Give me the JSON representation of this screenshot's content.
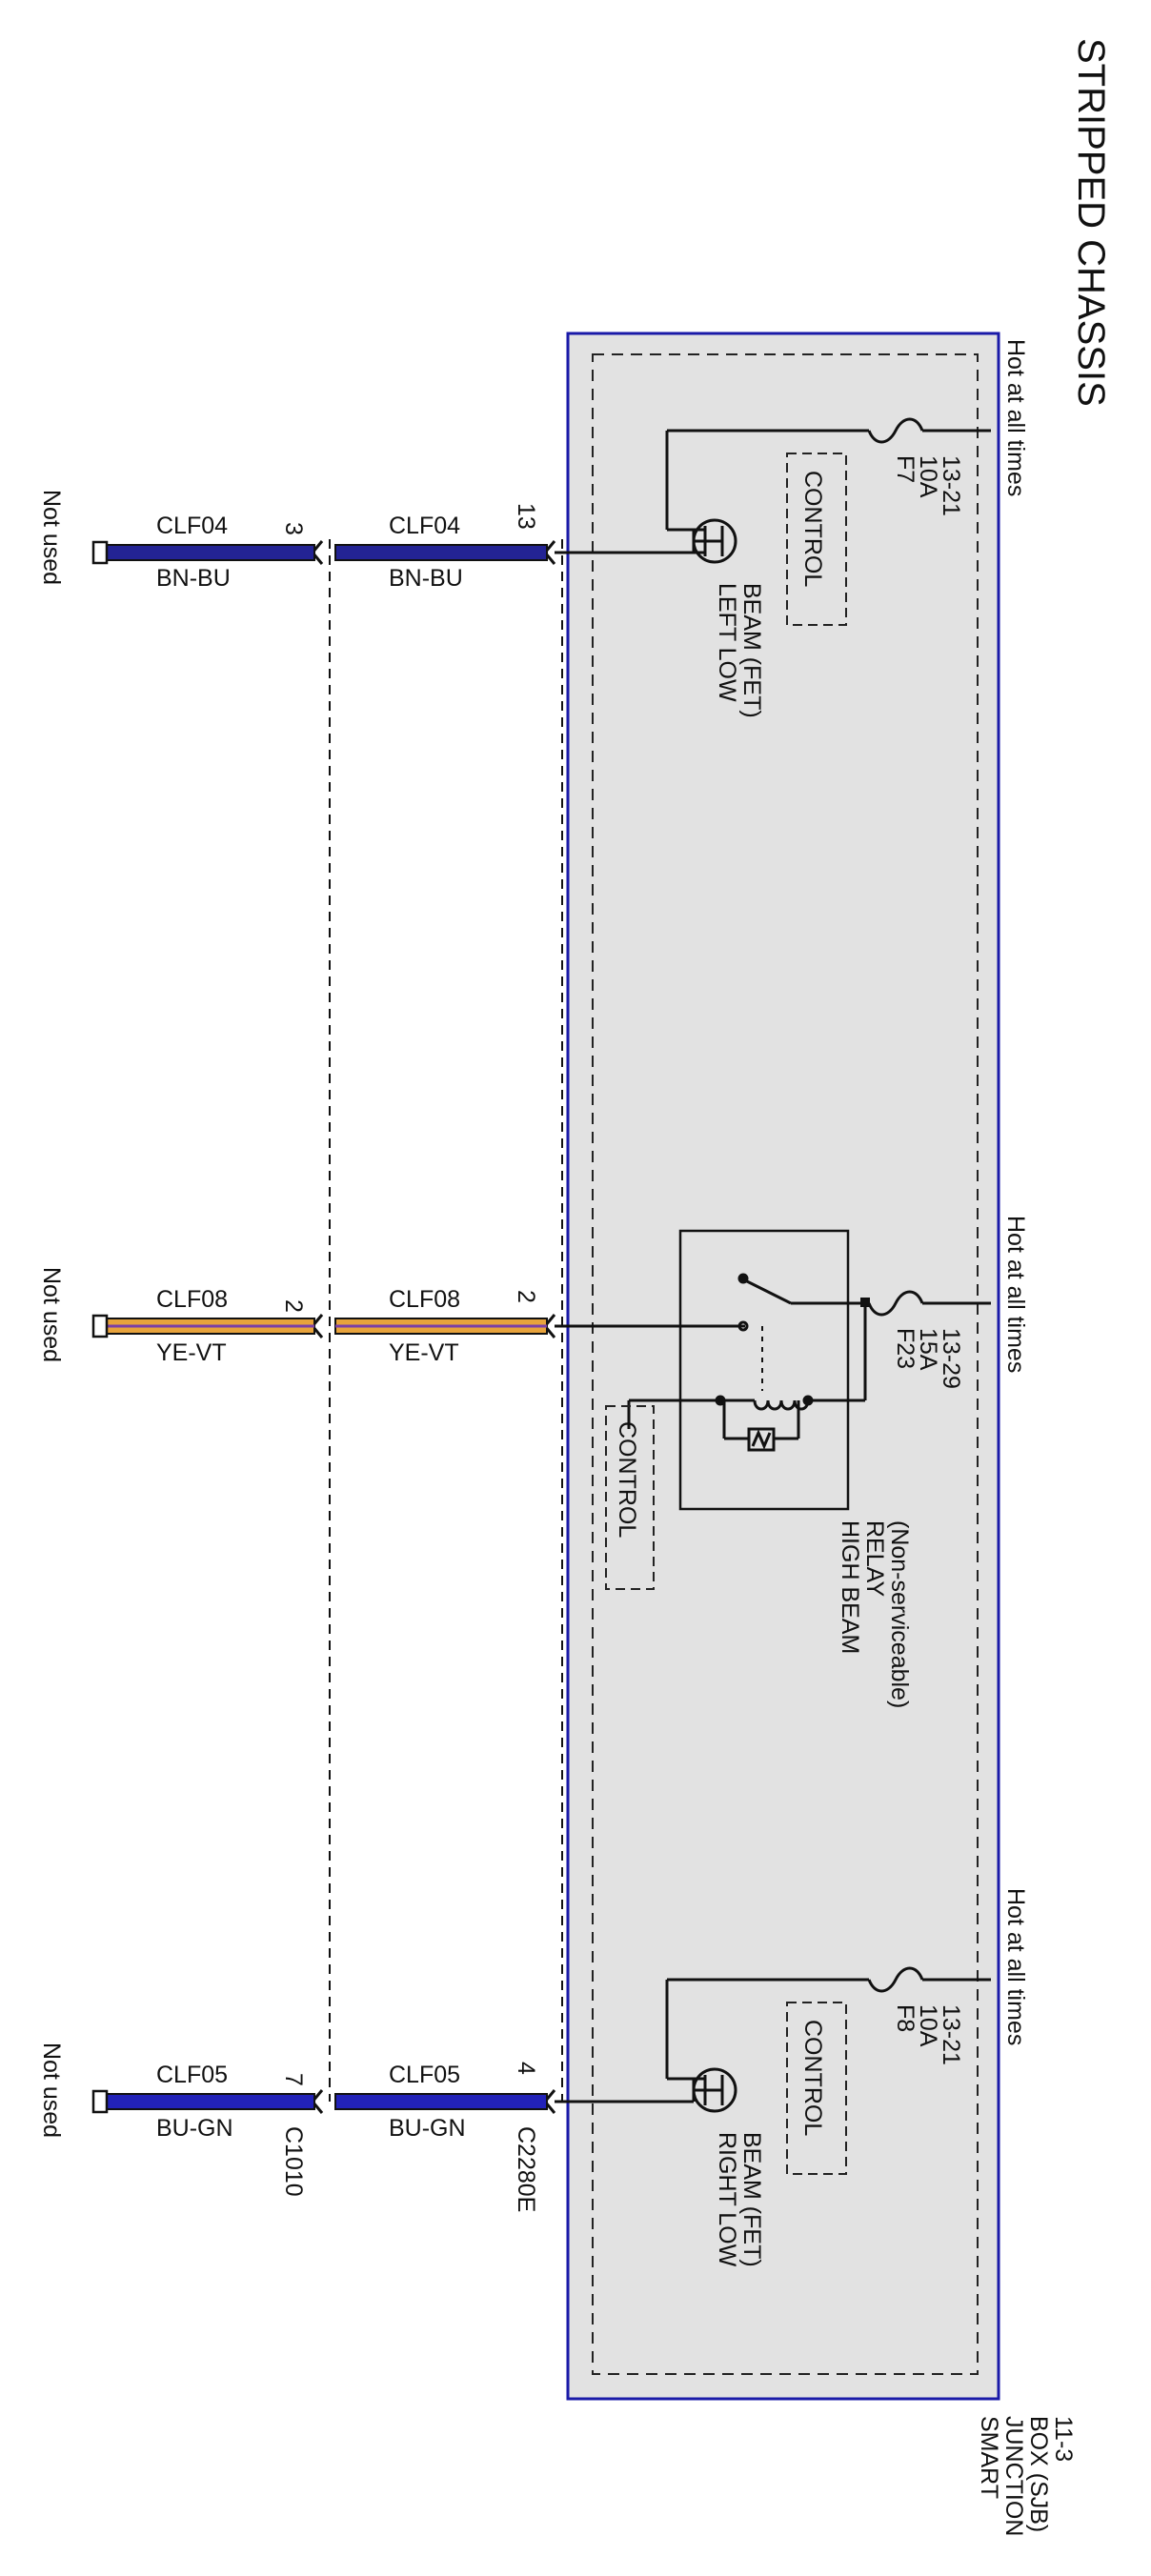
{
  "title": "STRIPPED CHASSIS",
  "module": {
    "lines": [
      "SMART",
      "JUNCTION",
      "BOX (SJB)",
      "11-3"
    ],
    "box_color": "#1a1aa8",
    "panel_color": "#e2e2e2"
  },
  "power_feed": "Hot at all times",
  "control_label": "CONTROL",
  "fuses": [
    {
      "name": "F7",
      "rating": "10A",
      "ref": "13-21"
    },
    {
      "name": "F23",
      "rating": "15A",
      "ref": "13-29"
    },
    {
      "name": "F8",
      "rating": "10A",
      "ref": "13-21"
    }
  ],
  "components": {
    "left_low": [
      "LEFT LOW",
      "BEAM (FET)"
    ],
    "high_beam": [
      "HIGH BEAM",
      "RELAY",
      "(Non-serviceable)"
    ],
    "right_low": [
      "RIGHT LOW",
      "BEAM (FET)"
    ]
  },
  "connectors": {
    "sjb": "C2280E",
    "inline": "C1010"
  },
  "circuits": [
    {
      "circuit": "CLF04",
      "color_code": "BN-BU",
      "pin_sjb": "13",
      "pin_inline": "3",
      "wire_color": "#232394"
    },
    {
      "circuit": "CLF08",
      "color_code": "YE-VT",
      "pin_sjb": "2",
      "pin_inline": "2",
      "wire_color": "#e8a33c"
    },
    {
      "circuit": "CLF05",
      "color_code": "BU-GN",
      "pin_sjb": "4",
      "pin_inline": "7",
      "wire_color": "#2222b8"
    }
  ],
  "not_used": "Not used"
}
